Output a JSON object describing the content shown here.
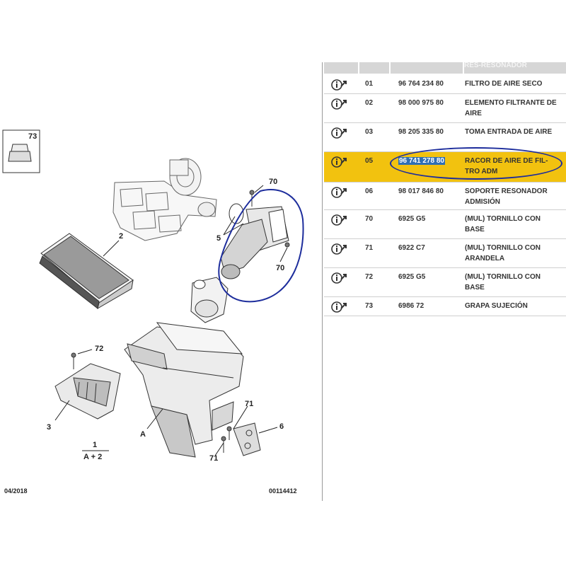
{
  "diagram": {
    "callouts": [
      "73",
      "2",
      "70",
      "5",
      "70",
      "72",
      "3",
      "A",
      "71",
      "6",
      "71"
    ],
    "formula_top": "1",
    "formula_bottom": "A + 2"
  },
  "footer": {
    "date": "04/2018",
    "code": "00114412"
  },
  "table": {
    "header_label": "RES-RESONADOR",
    "rows": [
      {
        "index": "01",
        "ref": "96 764 234 80",
        "desc": "FILTRO DE AIRE SECO"
      },
      {
        "index": "02",
        "ref": "98 000 975 80",
        "desc": "ELEMENTO FILTRANTE DE AIRE"
      },
      {
        "index": "03",
        "ref": "98 205 335 80",
        "desc": "TOMA ENTRADA DE AIRE"
      },
      {
        "index": "05",
        "ref": "96 741 278 80",
        "desc": "RACOR DE AIRE DE FIL-TRO ADM"
      },
      {
        "index": "06",
        "ref": "98 017 846 80",
        "desc": "SOPORTE RESONADOR ADMISIÓN"
      },
      {
        "index": "70",
        "ref": "6925 G5",
        "desc": "(MUL) TORNILLO CON BASE"
      },
      {
        "index": "71",
        "ref": "6922 C7",
        "desc": "(MUL) TORNILLO CON ARANDELA"
      },
      {
        "index": "72",
        "ref": "6925 G5",
        "desc": "(MUL) TORNILLO CON BASE"
      },
      {
        "index": "73",
        "ref": "6986 72",
        "desc": "GRAPA SUJECIÓN"
      }
    ]
  },
  "colors": {
    "highlight_row": "#f2c20f",
    "selection": "#2f6fb5",
    "annotation": "#1d2d9c"
  },
  "icons": {
    "row_icon": "info-arrow-icon"
  }
}
